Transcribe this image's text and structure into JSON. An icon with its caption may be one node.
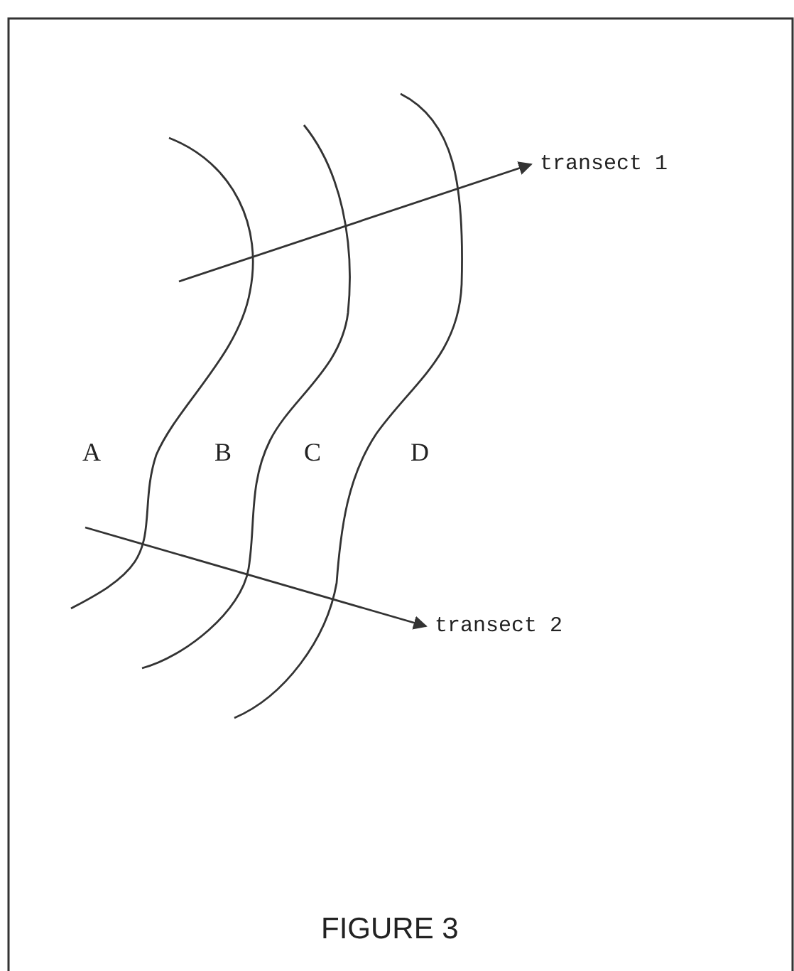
{
  "diagram": {
    "caption": "FIGURE 3",
    "nodes": [
      {
        "text": [
          "transect 1"
        ]
      },
      {
        "text": [
          "transect 2"
        ]
      }
    ],
    "edges": [
      {
        "from": null,
        "to": 0,
        "arrow": "to"
      },
      {
        "from": null,
        "to": 1,
        "arrow": "to"
      }
    ],
    "labels": [
      "A",
      "B",
      "C",
      "D"
    ]
  }
}
